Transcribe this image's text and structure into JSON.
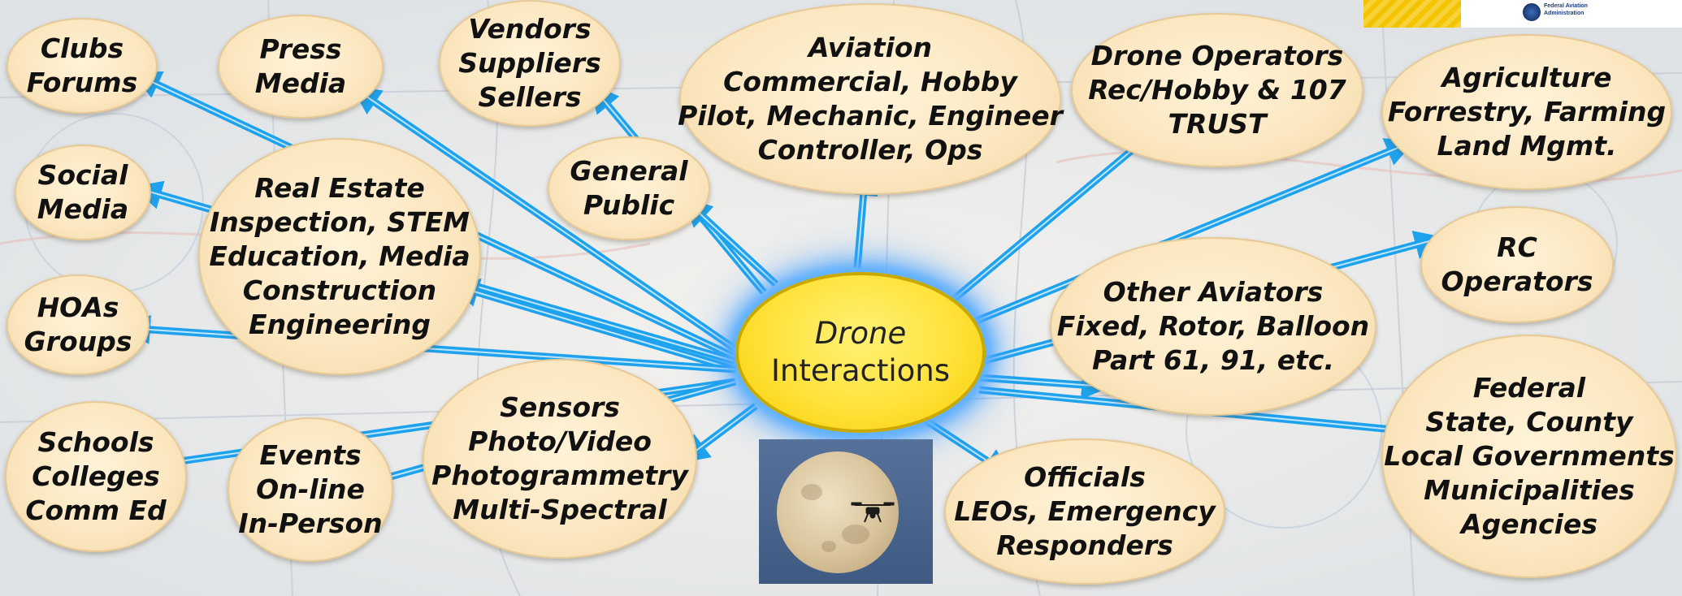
{
  "center": {
    "line1": "Drone",
    "line2": "Interactions"
  },
  "bubbles": [
    {
      "name": "bubble-clubs",
      "lines": [
        "Clubs",
        "Forums"
      ]
    },
    {
      "name": "bubble-press",
      "lines": [
        "Press",
        "Media"
      ]
    },
    {
      "name": "bubble-vendors",
      "lines": [
        "Vendors",
        "Suppliers",
        "Sellers"
      ]
    },
    {
      "name": "bubble-aviation",
      "lines": [
        "Aviation",
        "Commercial, Hobby",
        "Pilot, Mechanic, Engineer",
        "Controller, Ops"
      ]
    },
    {
      "name": "bubble-drone-operators",
      "lines": [
        "Drone Operators",
        "Rec/Hobby & 107",
        "TRUST"
      ]
    },
    {
      "name": "bubble-agriculture",
      "lines": [
        "Agriculture",
        "Forrestry, Farming",
        "Land Mgmt."
      ]
    },
    {
      "name": "bubble-social",
      "lines": [
        "Social",
        "Media"
      ]
    },
    {
      "name": "bubble-real-estate",
      "lines": [
        "Real Estate",
        "Inspection, STEM",
        "Education, Media",
        "Construction",
        "Engineering"
      ]
    },
    {
      "name": "bubble-general-public",
      "lines": [
        "General",
        "Public"
      ]
    },
    {
      "name": "bubble-rc",
      "lines": [
        "RC",
        "Operators"
      ]
    },
    {
      "name": "bubble-hoas",
      "lines": [
        "HOAs",
        "Groups"
      ]
    },
    {
      "name": "bubble-other-aviators",
      "lines": [
        "Other Aviators",
        "Fixed, Rotor, Balloon",
        "Part 61, 91, etc."
      ]
    },
    {
      "name": "bubble-schools",
      "lines": [
        "Schools",
        "Colleges",
        "Comm Ed"
      ]
    },
    {
      "name": "bubble-events",
      "lines": [
        "Events",
        "On-line",
        "In-Person"
      ]
    },
    {
      "name": "bubble-sensors",
      "lines": [
        "Sensors",
        "Photo/Video",
        "Photogrammetry",
        "Multi-Spectral"
      ]
    },
    {
      "name": "bubble-officials",
      "lines": [
        "Officials",
        "LEOs, Emergency",
        "Responders"
      ]
    },
    {
      "name": "bubble-government",
      "lines": [
        "Federal",
        "State, County",
        "Local Governments",
        "Municipalities",
        "Agencies"
      ]
    }
  ],
  "logo": {
    "text_line1": "Federal Aviation",
    "text_line2": "Administration"
  },
  "colors": {
    "arrow": "#1ea2ee",
    "bubble_fill": "#fbe6bf",
    "center_fill": "#ffe23a",
    "glow": "#5fb2ff"
  }
}
